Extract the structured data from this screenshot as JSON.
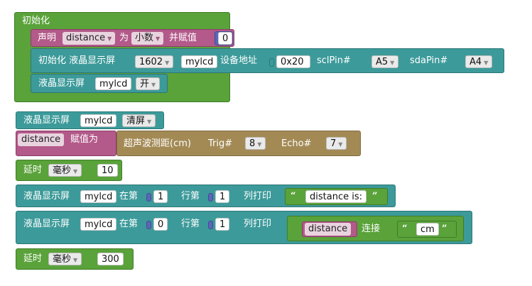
{
  "blocks": {
    "setup": {
      "header": "初始化",
      "declare": {
        "prefix": "声明",
        "var": "distance",
        "as": "为",
        "type": "小数",
        "suffix": "并赋值",
        "value": "0"
      },
      "lcd_init": {
        "prefix": "初始化 液晶显示屏",
        "model": "1602",
        "name": "mylcd",
        "addr_label": "设备地址",
        "addr": "0x20",
        "scl_label": "sclPin#",
        "scl": "A5",
        "sda_label": "sdaPin#",
        "sda": "A4"
      },
      "lcd_power": {
        "prefix": "液晶显示屏",
        "name": "mylcd",
        "state": "开"
      }
    },
    "loop": [
      {
        "kind": "lcd_clear",
        "prefix": "液晶显示屏",
        "name": "mylcd",
        "action": "清屏"
      },
      {
        "kind": "assign",
        "var": "distance",
        "label": "赋值为",
        "func": "超声波测距(cm)",
        "trig_label": "Trig#",
        "trig": "8",
        "echo_label": "Echo#",
        "echo": "7"
      },
      {
        "kind": "delay",
        "label": "延时",
        "unit": "毫秒",
        "value": "10"
      },
      {
        "kind": "lcd_print",
        "prefix": "液晶显示屏",
        "name": "mylcd",
        "at": "在第",
        "row": "1",
        "row_label": "行第",
        "col": "1",
        "col_label": "列打印",
        "text": "distance is:"
      },
      {
        "kind": "lcd_print_join",
        "prefix": "液晶显示屏",
        "name": "mylcd",
        "at": "在第",
        "row": "0",
        "row_label": "行第",
        "col": "1",
        "col_label": "列打印",
        "var": "distance",
        "join": "连接",
        "text": "cm"
      },
      {
        "kind": "delay",
        "label": "延时",
        "unit": "毫秒",
        "value": "300"
      }
    ]
  },
  "glyphs": {
    "open_quote": "“",
    "close_quote": "”",
    "dropdown": "▼"
  },
  "colors": {
    "control": "#5aa23a",
    "display": "#3d9a9a",
    "variable": "#b35a8a",
    "math": "#5b66b8",
    "sensor": "#a38a55",
    "text": "#5aa23a"
  }
}
